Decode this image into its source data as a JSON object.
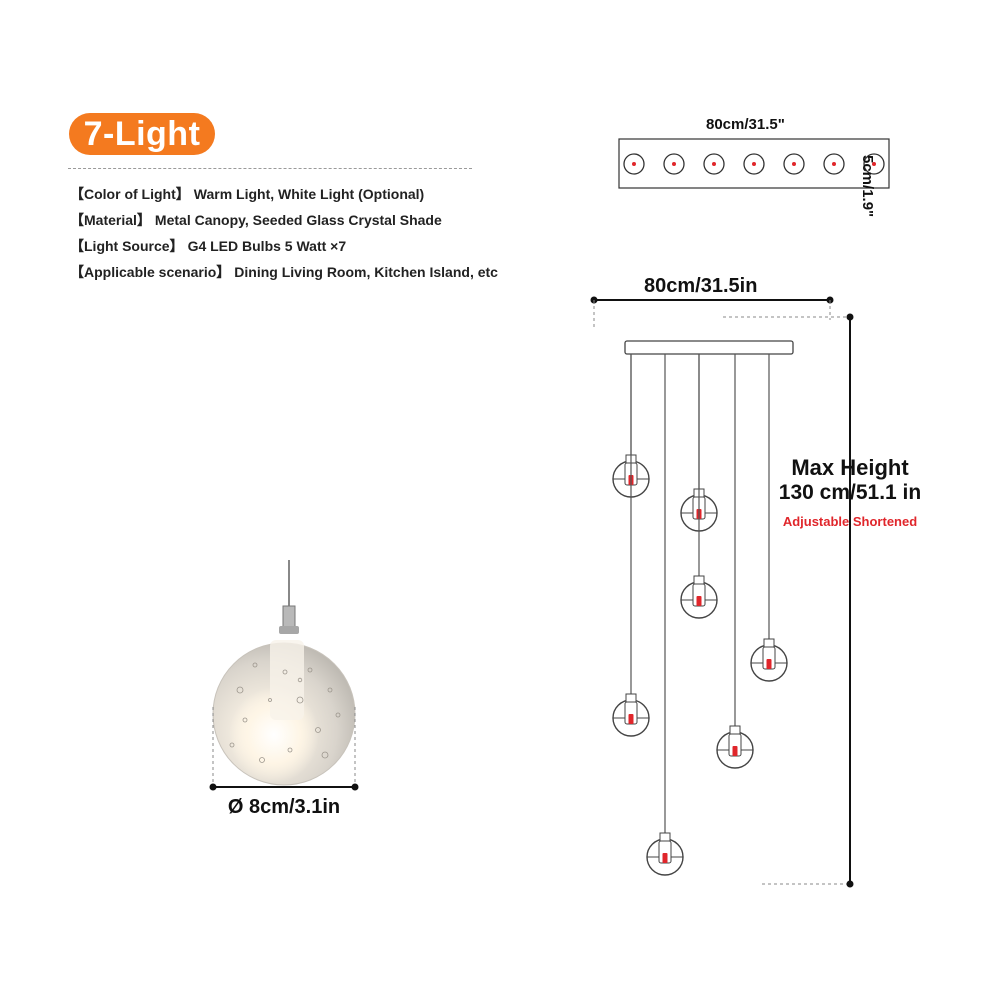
{
  "badge": {
    "label": "7-Light",
    "color": "#f47a1f"
  },
  "specs": [
    {
      "key": "【Color of Light】",
      "value": "Warm Light, White Light (Optional)"
    },
    {
      "key": "【Material】",
      "value": "Metal Canopy, Seeded Glass Crystal Shade"
    },
    {
      "key": "【Light Source】",
      "value": "G4 LED Bulbs 5 Watt ×7"
    },
    {
      "key": "【Applicable scenario】",
      "value": "Dining Living Room, Kitchen Island, etc"
    }
  ],
  "top_view": {
    "width_label": "80cm/31.5\"",
    "depth_label": "5cm/1.9\"",
    "bulb_count": 7
  },
  "side_view": {
    "width_label": "80cm/31.5in",
    "height_title": "Max Height",
    "height_value": "130 cm/51.1 in",
    "height_note": "Adjustable Shortened",
    "note_color": "#e0262b"
  },
  "single_shade": {
    "diameter_label": "Ø 8cm/3.1in"
  }
}
